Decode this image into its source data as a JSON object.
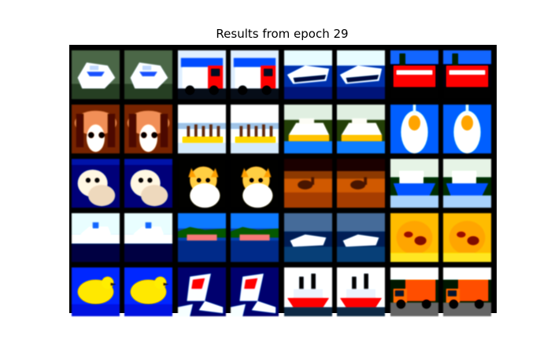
{
  "figure": {
    "title": "Results from epoch 29"
  },
  "grid": {
    "rows": 5,
    "cols": 4,
    "images_per_cell": 2
  },
  "scenes": [
    [
      "boat-white",
      "truck-red",
      "ship-sea",
      "truck-red-dark"
    ],
    [
      "dog-brown",
      "boat-people",
      "boat-harbor",
      "ship-topview"
    ],
    [
      "cat-dark",
      "dog-fluffy",
      "deer-field",
      "boat-blue"
    ],
    [
      "ship-white-sea",
      "coast-island",
      "speedboat",
      "dog-golden"
    ],
    [
      "bird-yellow",
      "speedboat-wake",
      "tugboat-red",
      "truck-orange"
    ]
  ]
}
